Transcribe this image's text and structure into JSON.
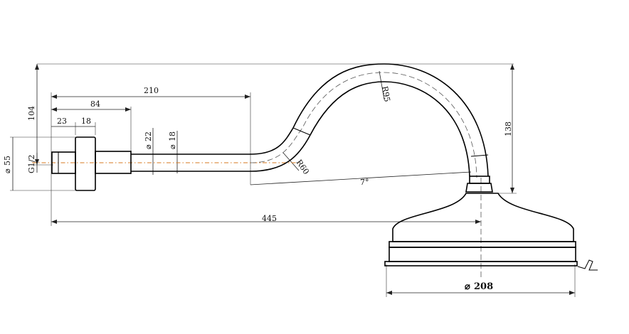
{
  "drawing": {
    "dimensions": {
      "d210": "210",
      "d84": "84",
      "d23": "23",
      "d18": "18",
      "d104": "104",
      "d445": "445",
      "d138": "138",
      "angle": "7°",
      "dia55": "55",
      "thread": "G1/2",
      "dia22": "22",
      "dia18": "18",
      "r95": "R95",
      "r60": "R60",
      "dia208": "208"
    },
    "symbols": {
      "diameter": "⌀"
    }
  }
}
